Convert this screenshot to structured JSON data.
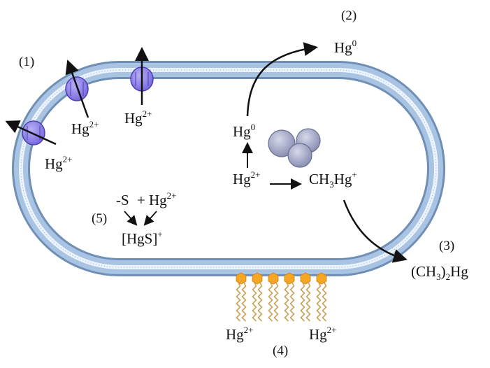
{
  "colors": {
    "membrane_outer": "#6f8fb7",
    "membrane_band": "#a9c3e3",
    "membrane_inner": "#eaf3fc",
    "channel": "#8b7fe6",
    "channel_stroke": "#4b3fb0",
    "arrow": "#111111",
    "lipid_head": "#f5a623",
    "lipid_tail": "#c9a25a",
    "vesicle": "#9ea2c2"
  },
  "icons": [
    "transport-channel-icon",
    "vesicle-icon",
    "lipid-icon"
  ],
  "labels": {
    "step1": "(1)",
    "step2": "(2)",
    "step3": "(3)",
    "step4": "(4)",
    "step5": "(5)",
    "hg_element": "Hg",
    "hg_ion_charge": "2+",
    "hg_zero_charge": "0",
    "methyl_hg_prefix": "CH",
    "methyl_hg_sub": "3",
    "methyl_hg_suffix": "Hg",
    "methyl_hg_charge": "+",
    "dimethyl_open": "(CH",
    "dimethyl_sub1": "3",
    "dimethyl_mid": ")",
    "dimethyl_sub2": "2",
    "dimethyl_hg": "Hg",
    "thiol": "-S",
    "plus": "+",
    "hgs_complex": "[HgS]",
    "hgs_charge": "+"
  }
}
